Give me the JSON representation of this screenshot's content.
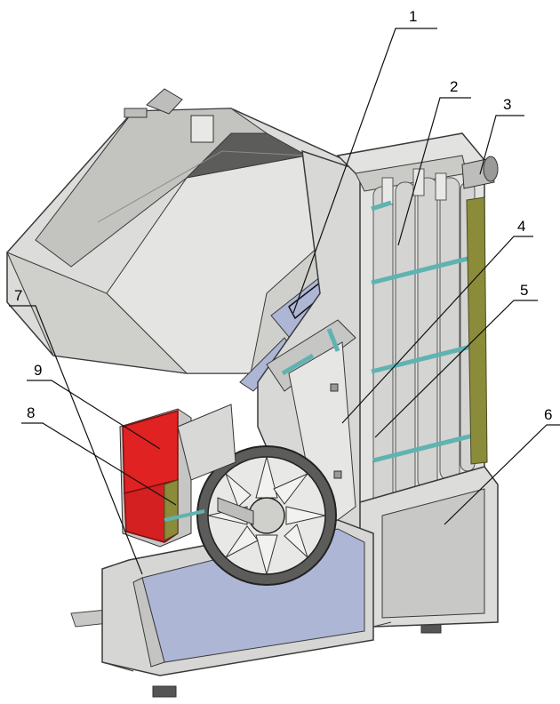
{
  "callouts": [
    {
      "id": "1",
      "label": "1"
    },
    {
      "id": "2",
      "label": "2"
    },
    {
      "id": "3",
      "label": "3"
    },
    {
      "id": "4",
      "label": "4"
    },
    {
      "id": "5",
      "label": "5"
    },
    {
      "id": "6",
      "label": "6"
    },
    {
      "id": "7",
      "label": "7"
    },
    {
      "id": "8",
      "label": "8"
    },
    {
      "id": "9",
      "label": "9"
    }
  ],
  "colors": {
    "housing": "#dcdcda",
    "housing_dark": "#a9a9a6",
    "shadow": "#6f6f6c",
    "red_panel": "#e02222",
    "blue_panel": "#aeb6d6",
    "teal_band": "#5fb3b0",
    "olive_strip": "#8a8c3a",
    "outline": "#3a3a3a"
  }
}
